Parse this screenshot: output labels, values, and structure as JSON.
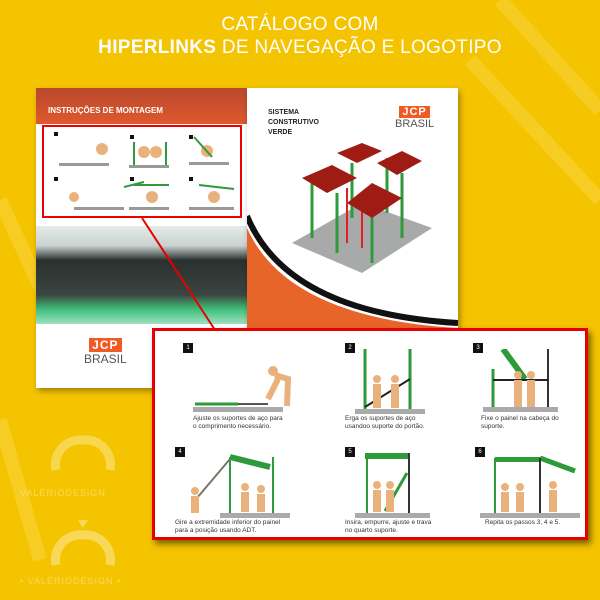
{
  "headline": {
    "line1": "CATÁLOGO COM",
    "line2_bold": "HIPERLINKS",
    "line2_rest": " DE NAVEGAÇÃO E LOGOTIPO"
  },
  "left_page": {
    "header": "INSTRUÇÕES DE MONTAGEM",
    "logo": {
      "jcp": "JCP",
      "brasil": "BRASIL"
    }
  },
  "right_page": {
    "title_lines": [
      "SISTEMA",
      "CONSTRUTIVO",
      "VERDE"
    ],
    "logo": {
      "jcp": "JCP",
      "brasil": "BRASIL"
    }
  },
  "steps": [
    {
      "n": "1",
      "caption": "Ajuste os suportes de aço para o comprimento necessário."
    },
    {
      "n": "2",
      "caption": "Erga os suportes de aço usandoo suporte do portão."
    },
    {
      "n": "3",
      "caption": "Fixe o painel na cabeça do suporte."
    },
    {
      "n": "4",
      "caption": "Gire a extremidade inferior do painel para a posição usando ADT."
    },
    {
      "n": "5",
      "caption": "Insira, empurre, ajuste e trava no quarto suporte."
    },
    {
      "n": "6",
      "caption": "Repita os passos 3, 4 e 5."
    }
  ],
  "watermark": {
    "top": "VALÉRIODESIGN",
    "bottom": "• VALÉRIODESIGN •"
  },
  "colors": {
    "background": "#f5c400",
    "accent_red": "#e60000",
    "brand_orange": "#f05a24",
    "panel_green": "#2e9a3a"
  }
}
